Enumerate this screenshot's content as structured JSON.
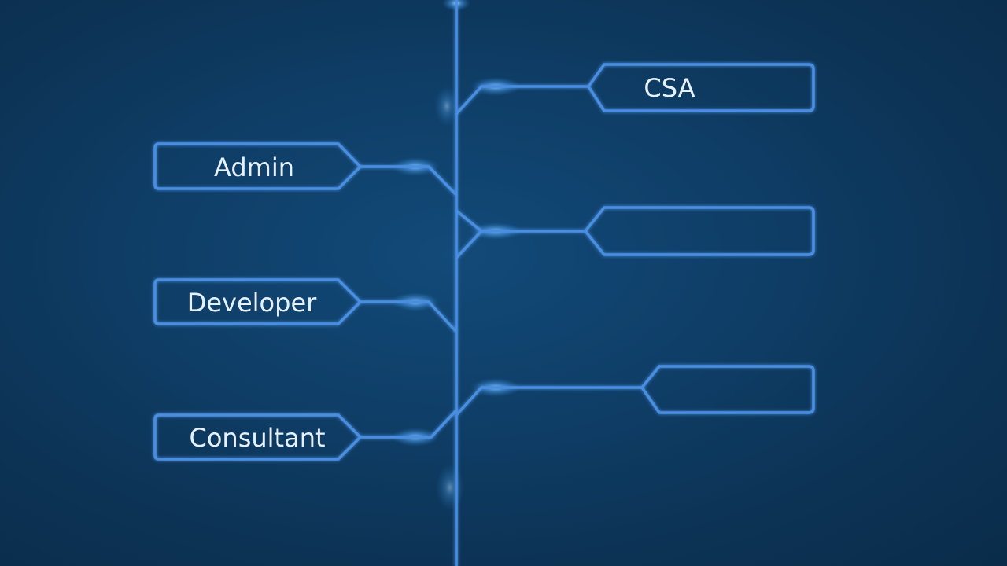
{
  "colors": {
    "background": "#0d3557",
    "line": "#4a8ee0",
    "glow": "#8fd0ff",
    "text": "#e6f1ff"
  },
  "nodes": {
    "left": [
      {
        "label": "Admin"
      },
      {
        "label": "Developer"
      },
      {
        "label": "Consultant"
      }
    ],
    "right": [
      {
        "label": "CSA"
      },
      {
        "label": ""
      },
      {
        "label": ""
      }
    ]
  }
}
